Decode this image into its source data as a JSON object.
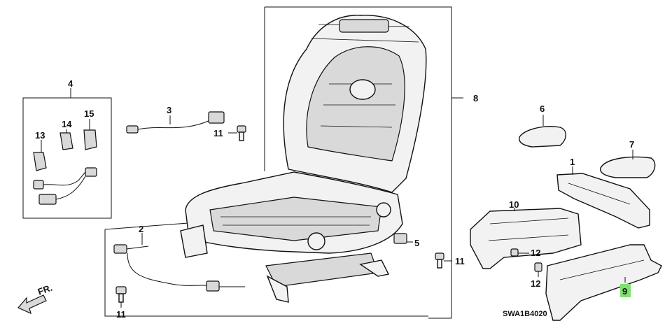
{
  "diagram": {
    "code": "SWA1B4020",
    "direction_label": "FR.",
    "highlight_color": "#7fe070",
    "callouts": [
      {
        "id": "c1",
        "text": "1"
      },
      {
        "id": "c2",
        "text": "2"
      },
      {
        "id": "c3",
        "text": "3"
      },
      {
        "id": "c4",
        "text": "4"
      },
      {
        "id": "c5",
        "text": "5"
      },
      {
        "id": "c6",
        "text": "6"
      },
      {
        "id": "c7",
        "text": "7"
      },
      {
        "id": "c8",
        "text": "8"
      },
      {
        "id": "c9",
        "text": "9"
      },
      {
        "id": "c10",
        "text": "10"
      },
      {
        "id": "c11a",
        "text": "11"
      },
      {
        "id": "c11b",
        "text": "11"
      },
      {
        "id": "c11c",
        "text": "11"
      },
      {
        "id": "c12a",
        "text": "12"
      },
      {
        "id": "c12b",
        "text": "12"
      },
      {
        "id": "c13",
        "text": "13"
      },
      {
        "id": "c14",
        "text": "14"
      },
      {
        "id": "c15",
        "text": "15"
      }
    ]
  }
}
